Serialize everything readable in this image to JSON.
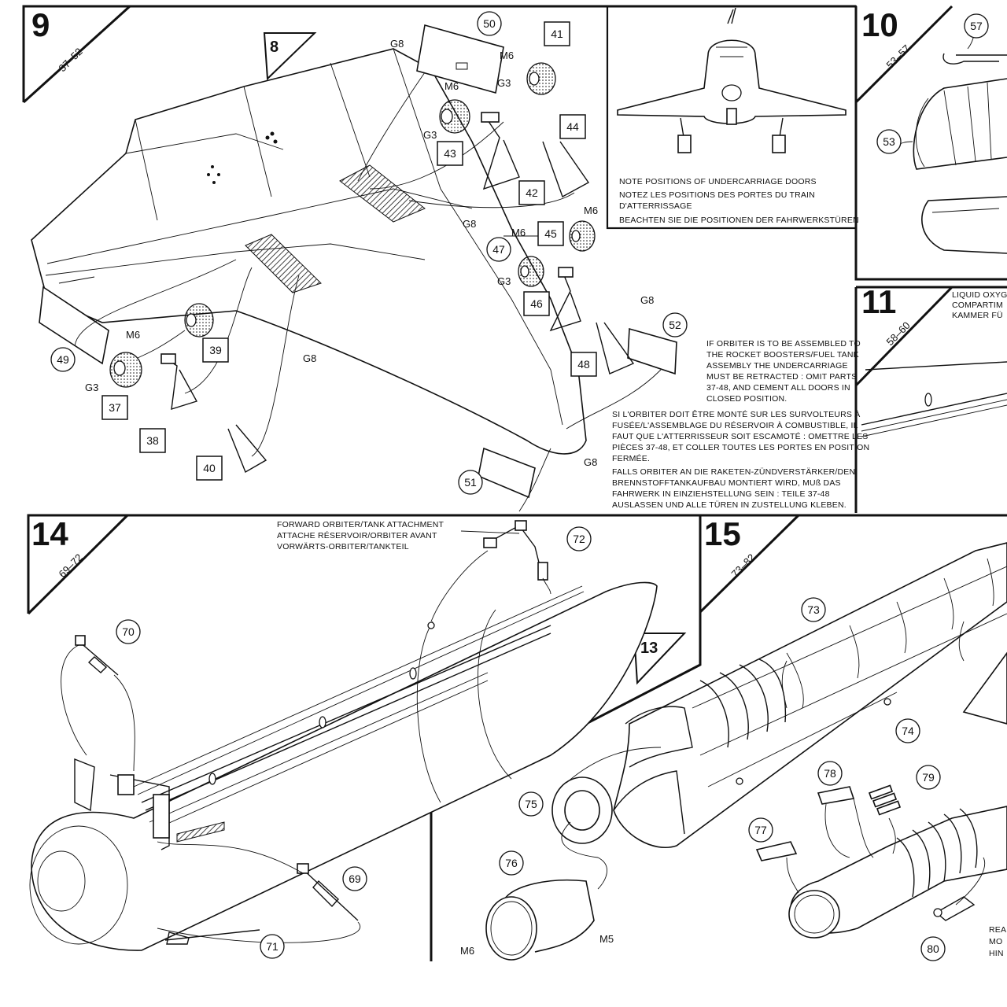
{
  "steps": {
    "s9": {
      "num": "9",
      "range": "37–52"
    },
    "s10": {
      "num": "10",
      "range": "53–57"
    },
    "s11": {
      "num": "11",
      "range": "58–60"
    },
    "s14": {
      "num": "14",
      "range": "69–72"
    },
    "s15": {
      "num": "15",
      "range": "73–82"
    }
  },
  "refs": {
    "r8": "8",
    "r13": "13"
  },
  "parts": {
    "p37": "37",
    "p38": "38",
    "p39": "39",
    "p40": "40",
    "p41": "41",
    "p42": "42",
    "p43": "43",
    "p44": "44",
    "p45": "45",
    "p46": "46",
    "p47": "47",
    "p48": "48",
    "p49": "49",
    "p50": "50",
    "p51": "51",
    "p52": "52",
    "p53": "53",
    "p57": "57",
    "p69": "69",
    "p70": "70",
    "p71": "71",
    "p72": "72",
    "p73": "73",
    "p74": "74",
    "p75": "75",
    "p76": "76",
    "p77": "77",
    "p78": "78",
    "p79": "79",
    "p80": "80"
  },
  "labels": {
    "g8": "G8",
    "g3": "G3",
    "m6": "M6",
    "m5": "M5"
  },
  "notes": {
    "undercarriage": [
      "NOTE POSITIONS OF UNDERCARRIAGE DOORS",
      "NOTEZ LES POSITIONS DES PORTES DU TRAIN",
      "D'ATTERRISSAGE",
      "BEACHTEN SIE DIE POSITIONEN DER FAHRWERKSTÜREN"
    ],
    "assembly_en": [
      "IF ORBITER IS TO BE ASSEMBLED TO",
      "THE ROCKET BOOSTERS/FUEL TANK",
      "ASSEMBLY THE UNDERCARRIAGE",
      "MUST BE RETRACTED : OMIT PARTS",
      "37-48, AND CEMENT ALL DOORS IN",
      "CLOSED POSITION."
    ],
    "assembly_fr": [
      "SI L'ORBITER DOIT ÊTRE MONTÉ SUR LES SURVOLTEURS À",
      "FUSÉE/L'ASSEMBLAGE DU RÉSERVOIR À COMBUSTIBLE, IL",
      "FAUT QUE L'ATTERRISSEUR SOIT ESCAMOTÉ : OMETTRE LES",
      "PIÈCES 37-48, ET COLLER TOUTES LES PORTES EN POSITION",
      "FERMÉE."
    ],
    "assembly_de": [
      "FALLS ORBITER AN DIE RAKETEN-ZÜNDVERSTÄRKER/DEN",
      "BRENNSTOFFTANKAUFBAU MONTIERT WIRD, MUß DAS",
      "FAHRWERK IN EINZIEHSTELLUNG SEIN : TEILE 37-48",
      "AUSLASSEN UND ALLE TÜREN IN ZUSTELLUNG KLEBEN."
    ],
    "liquid_oxygen": [
      "LIQUID OXYG",
      "COMPARTIM",
      "KAMMER FÜ"
    ],
    "forward_attach": [
      "FORWARD ORBITER/TANK ATTACHMENT",
      "ATTACHE RÉSERVOIR/ORBITER AVANT",
      "VORWÄRTS-ORBITER/TANKTEIL"
    ],
    "rear_cut": [
      "REA",
      "MO",
      "HIN"
    ]
  }
}
